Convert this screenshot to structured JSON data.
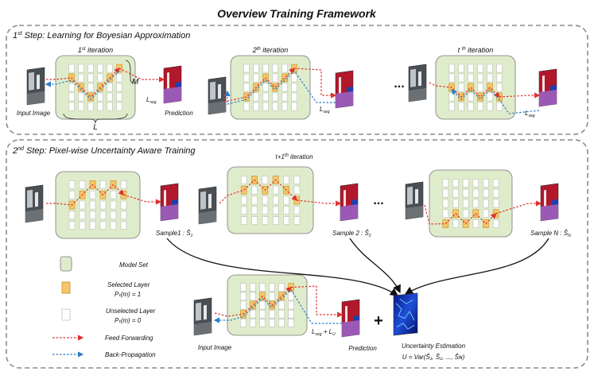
{
  "title": "Overview Training Framework",
  "step1": {
    "label_prefix": "1",
    "label_sup": "st",
    "label_rest": " Step: Learning for Boyesian Approximation",
    "iter1": {
      "base": "1",
      "sup": "st",
      "rest": " iteration"
    },
    "iter2": {
      "base": "2",
      "sup": "th",
      "rest": " iteration"
    },
    "itert": {
      "base": "t ",
      "sup": "th",
      "rest": " iteration"
    },
    "input_label": "Input Image",
    "prediction_label": "Prediction",
    "m_label": "M",
    "l_label": "L",
    "loss_label": "L",
    "loss_sub": "seg",
    "ellipsis": "..."
  },
  "step2": {
    "label_prefix": "2",
    "label_sup": "nd",
    "label_rest": " Step: Pixel-wise Uncertainty Aware Training",
    "iter_label": "t+1",
    "iter_sup": "th",
    "iter_rest": " iteration",
    "sample1": "Sample1 : Ŝ",
    "sample1_sub": "1",
    "sample2": "Sample 2 : Ŝ",
    "sample2_sub": "2",
    "sampleN": "Sample N : Ŝ",
    "sampleN_sub": "N",
    "ellipsis": "...",
    "input_label": "Input Image",
    "prediction_label": "Prediction",
    "loss_text": "L",
    "loss_sub1": "seg",
    "loss_plus": " + L",
    "loss_sub2": "U",
    "plus": "+",
    "uncertainty_label": "Uncertainty Estimation",
    "uncertainty_formula": "U = Var(Ŝ₁, Ŝ₂, ..., Ŝɴ)"
  },
  "legend": {
    "model_set": "Model Set",
    "selected_layer": "Selected Layer",
    "selected_formula": "Pₜ(m) = 1",
    "unselected_layer": "Unselected Layer",
    "unselected_formula": "Pₜ(m) = 0",
    "feed_forwarding": "Feed Forwarding",
    "back_propagation": "Back-Propagation"
  },
  "colors": {
    "model_fill": "#dfeccb",
    "model_stroke": "#7a7a7a",
    "selected_fill": "#f5c76a",
    "selected_stroke": "#c88a1e",
    "unselected_stroke": "#9a9a9a",
    "feed_forward": "#e0312e",
    "back_prop": "#2f7ec6",
    "frame_dash": "#8a8a8a",
    "prediction_red": "#b2182b",
    "prediction_purple": "#9b59b6",
    "uncertainty_bg": "#0a1a8c"
  }
}
